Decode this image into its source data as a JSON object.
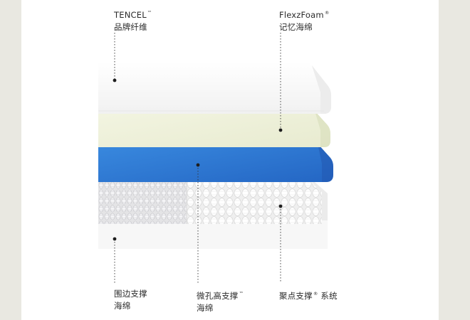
{
  "layers": {
    "top": {
      "name": "TENCEL",
      "mark": "™",
      "line2": "品牌纤维"
    },
    "memory": {
      "name": "FlexzFoam",
      "mark": "®",
      "line2": "记忆海绵"
    },
    "edge": {
      "line1": "围边支撑",
      "line2": "海绵"
    },
    "micro": {
      "name": "微孔高支撑",
      "mark": "™",
      "line2": "海绵"
    },
    "pocket": {
      "name": "聚点支撑",
      "mark": "®",
      "suffix": " 系统"
    }
  },
  "colors": {
    "page_background": "#e9e8e1",
    "panel": "#ffffff",
    "top_layer": "#fbfbfb",
    "memory_layer": "#eff1dc",
    "blue_layer": "#2f7fd6",
    "base": "#f4f4f4",
    "leader_line": "#333333"
  }
}
